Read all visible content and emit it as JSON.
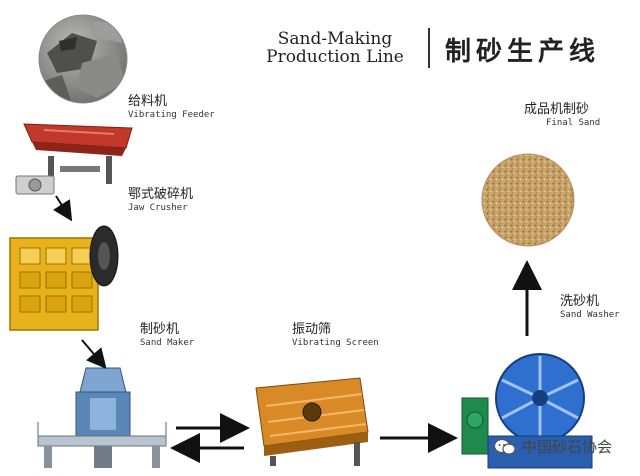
{
  "title": {
    "english_line1": "Sand-Making",
    "english_line2": "Production Line",
    "chinese": "制砂生产线"
  },
  "stages": {
    "feeder": {
      "label_cn": "给料机",
      "label_en": "Vibrating Feeder"
    },
    "jaw_crusher": {
      "label_cn": "鄂式破碎机",
      "label_en": "Jaw Crusher"
    },
    "sand_maker": {
      "label_cn": "制砂机",
      "label_en": "Sand Maker"
    },
    "vibrating_screen": {
      "label_cn": "振动筛",
      "label_en": "Vibrating Screen"
    },
    "sand_washer": {
      "label_cn": "洗砂机",
      "label_en": "Sand Washer"
    },
    "final_sand": {
      "label_cn": "成品机制砂",
      "label_en": "Final Sand"
    }
  },
  "watermark": {
    "text": "中国砂石协会",
    "icon": "wechat-icon"
  },
  "colors": {
    "feeder_red": "#c0392b",
    "crusher_yellow": "#e8b21a",
    "maker_blue": "#5b86b8",
    "screen_orange": "#d98a26",
    "washer_blue": "#2f6fd0",
    "washer_green": "#1f8a4c",
    "sand": "#c9a36a",
    "arrow": "#111111"
  }
}
